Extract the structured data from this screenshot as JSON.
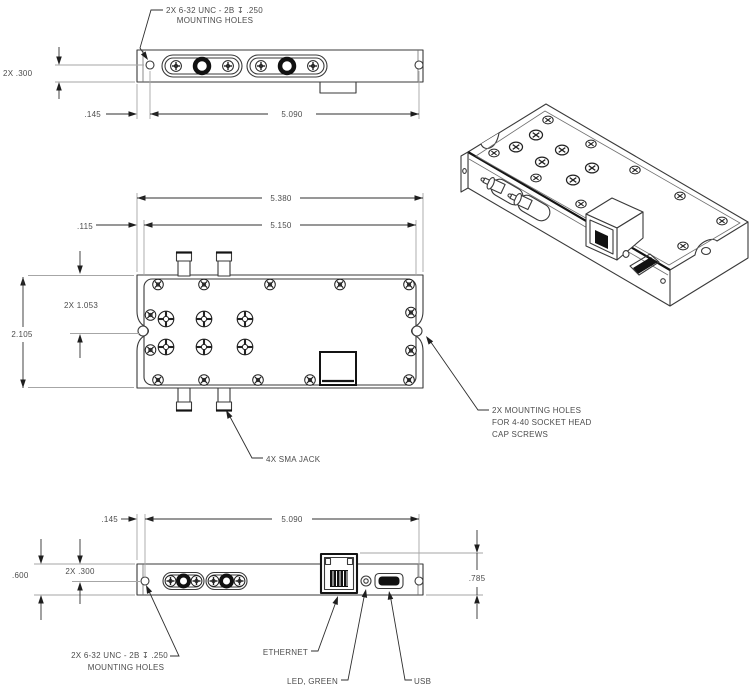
{
  "colors": {
    "background": "#ffffff",
    "line": "#3a3a3a",
    "extension_line": "#a6a6a6",
    "text": "#4c4c4c",
    "feature_bold": "#141414"
  },
  "top_view": {
    "note_mounting": [
      "2X 6-32 UNC - 2B ↧ .250",
      "MOUNTING HOLES"
    ],
    "dim_hole_offset": "2X .300",
    "dim_edge_offset": ".145",
    "dim_hole_spacing": "5.090"
  },
  "plan_view": {
    "dim_overall_width": "5.380",
    "dim_cover_width": "5.150",
    "dim_cover_inset": ".115",
    "dim_hole_centerline": "2X 1.053",
    "dim_overall_height": "2.105",
    "note_sma": "4X SMA JACK",
    "note_mounting_ears": [
      "2X MOUNTING HOLES",
      "FOR 4-40 SOCKET HEAD",
      "CAP SCREWS"
    ]
  },
  "front_view": {
    "dim_edge_offset": ".145",
    "dim_hole_spacing": "5.090",
    "dim_body_height": ".600",
    "dim_hole_offset": "2X .300",
    "dim_overall_height": ".785",
    "note_mounting": [
      "2X 6-32 UNC - 2B ↧ .250",
      "MOUNTING HOLES"
    ],
    "label_ethernet": "ETHERNET",
    "label_led": "LED, GREEN",
    "label_usb": "USB"
  }
}
